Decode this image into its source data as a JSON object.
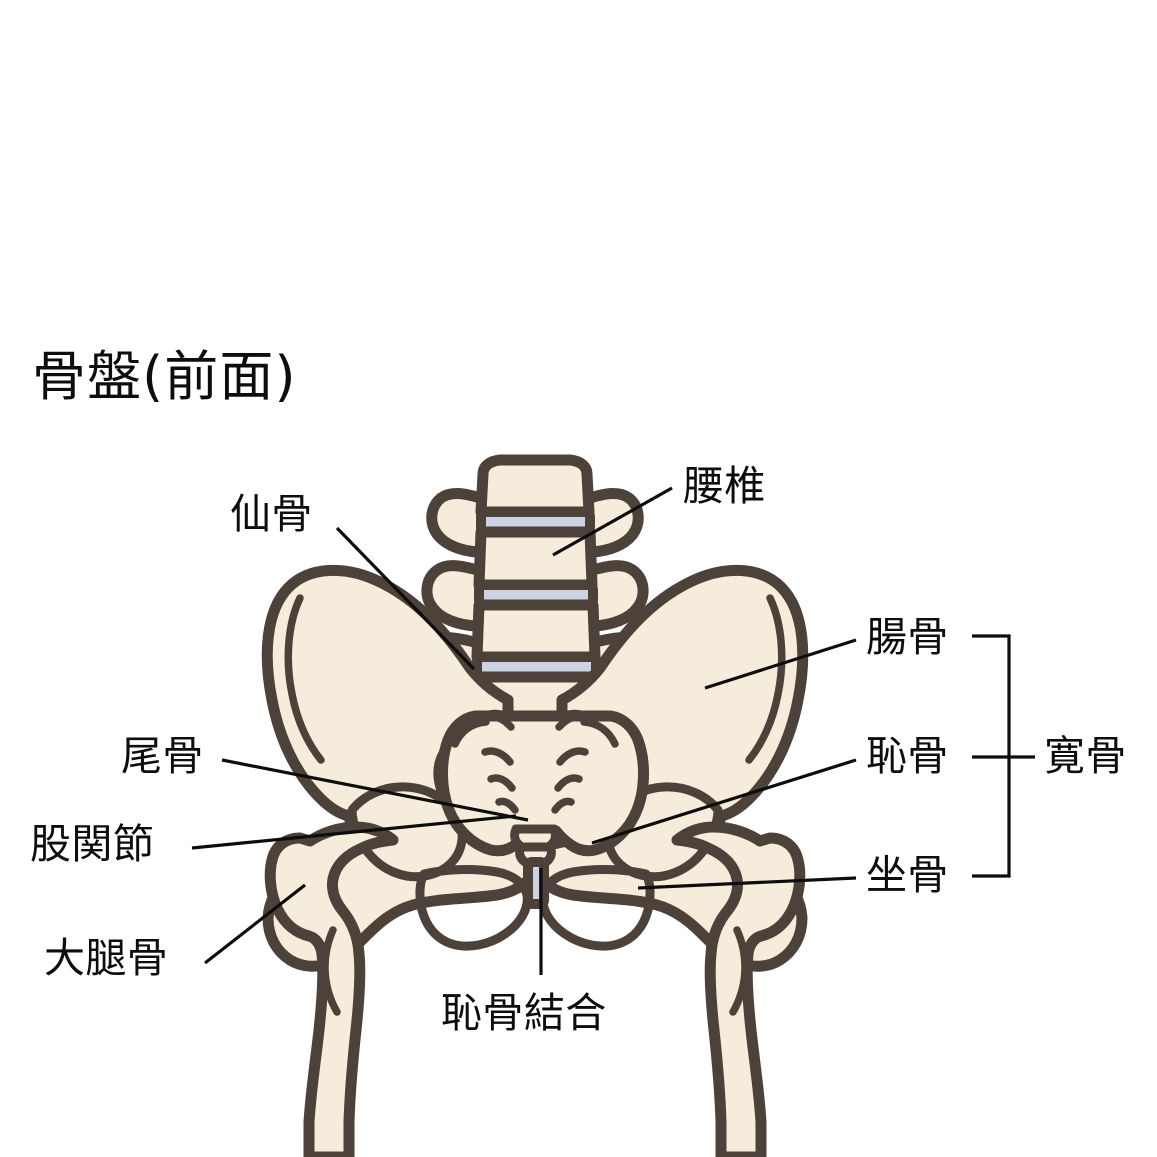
{
  "title": "骨盤(前面)",
  "diagram": {
    "subject": "pelvis-anterior-view",
    "colors": {
      "bone_fill": "#f6ecdc",
      "bone_outline": "#4c4239",
      "disc_fill": "#ccd3e2",
      "disc_outline": "#4c4239",
      "background": "#ffffff",
      "label_text": "#0d0d0d",
      "leader_line": "#0d0d0d"
    },
    "labels": {
      "sacrum": "仙骨",
      "lumbar_vertebrae": "腰椎",
      "ilium": "腸骨",
      "pubis": "恥骨",
      "ischium": "坐骨",
      "hip_bone": "寛骨",
      "coccyx": "尾骨",
      "hip_joint": "股関節",
      "femur": "大腿骨",
      "pubic_symphysis": "恥骨結合"
    },
    "bracket": {
      "groups": [
        "腸骨",
        "恥骨",
        "坐骨"
      ],
      "result": "寛骨"
    }
  }
}
